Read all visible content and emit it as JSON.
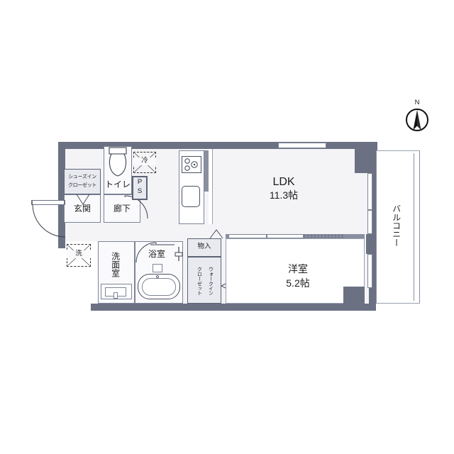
{
  "plan": {
    "type": "japanese-apartment-floor-plan",
    "compass": {
      "label": "N",
      "direction": "up",
      "name": "north-arrow"
    },
    "rooms": [
      {
        "id": "ldk",
        "label": "LDK",
        "size": "11.3帖",
        "name": "room-ldk"
      },
      {
        "id": "bedroom",
        "label": "洋室",
        "size": "5.2帖",
        "name": "room-western-bedroom"
      },
      {
        "id": "balcony",
        "label": "バルコニー",
        "size": "",
        "name": "room-balcony"
      },
      {
        "id": "genkan",
        "label": "玄関",
        "size": "",
        "name": "room-entrance"
      },
      {
        "id": "rouka",
        "label": "廊下",
        "size": "",
        "name": "room-hallway"
      },
      {
        "id": "toilet",
        "label": "トイレ",
        "size": "",
        "name": "room-toilet"
      },
      {
        "id": "senmenshitsu",
        "label": "洗面室",
        "size": "",
        "name": "room-washroom"
      },
      {
        "id": "yokushitsu",
        "label": "浴室",
        "size": "",
        "name": "room-bathroom"
      }
    ],
    "storage": [
      {
        "id": "shoes_in_closet",
        "line1": "シューズイン",
        "line2": "クローゼット",
        "name": "storage-shoes-in-closet"
      },
      {
        "id": "monoire",
        "line1": "物入",
        "line2": "",
        "name": "storage-monoire"
      },
      {
        "id": "walk_in_closet",
        "line1": "ウォークイン",
        "line2": "クローゼット",
        "name": "storage-walk-in-closet"
      }
    ],
    "fixtures": [
      {
        "id": "fridge",
        "label": "冷",
        "name": "fixture-refrigerator-space"
      },
      {
        "id": "washer",
        "label": "洗",
        "name": "fixture-washing-machine-space"
      },
      {
        "id": "pipeshaft_p",
        "label": "P",
        "name": "fixture-pipe-shaft-p"
      },
      {
        "id": "pipeshaft_s",
        "label": "S",
        "name": "fixture-pipe-shaft-s"
      }
    ],
    "colors": {
      "wall": "#6b7182",
      "wall_thin": "#8a8fa0",
      "room_fill": "#fafafc",
      "tile_fill": "#e8eaf0",
      "outline": "#5c6374",
      "text": "#1c1c1c",
      "background": "#ffffff"
    }
  }
}
